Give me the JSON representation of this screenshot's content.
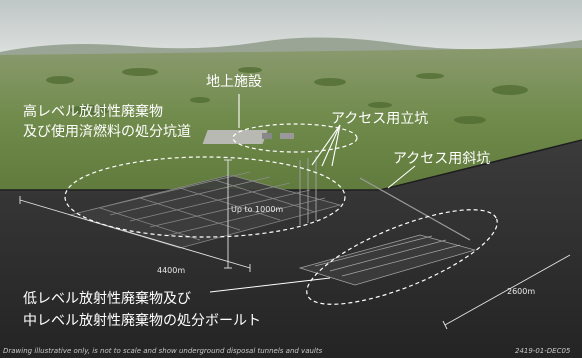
{
  "labels": {
    "surface_facility": "地上施設",
    "hlw_line1": "高レベル放射性廃棄物",
    "hlw_line2": "及び使用済燃料の処分坑道",
    "access_shaft": "アクセス用立坑",
    "access_ramp": "アクセス用斜坑",
    "llw_line1": "低レベル放射性廃棄物及び",
    "llw_line2": "中レベル放射性廃棄物の処分ボールト"
  },
  "dimensions": {
    "depth": "Up to 1000m",
    "length": "4400m",
    "width": "2600m"
  },
  "footer": {
    "disclaimer": "Drawing illustrative only, is not to scale and show underground disposal tunnels and vaults",
    "reference": "2419-01-DEC05"
  },
  "colors": {
    "sky": "#c9cfcf",
    "grass": "#6f8a4a",
    "ground": "#2f2f2f",
    "annotation": "#ffffff"
  }
}
